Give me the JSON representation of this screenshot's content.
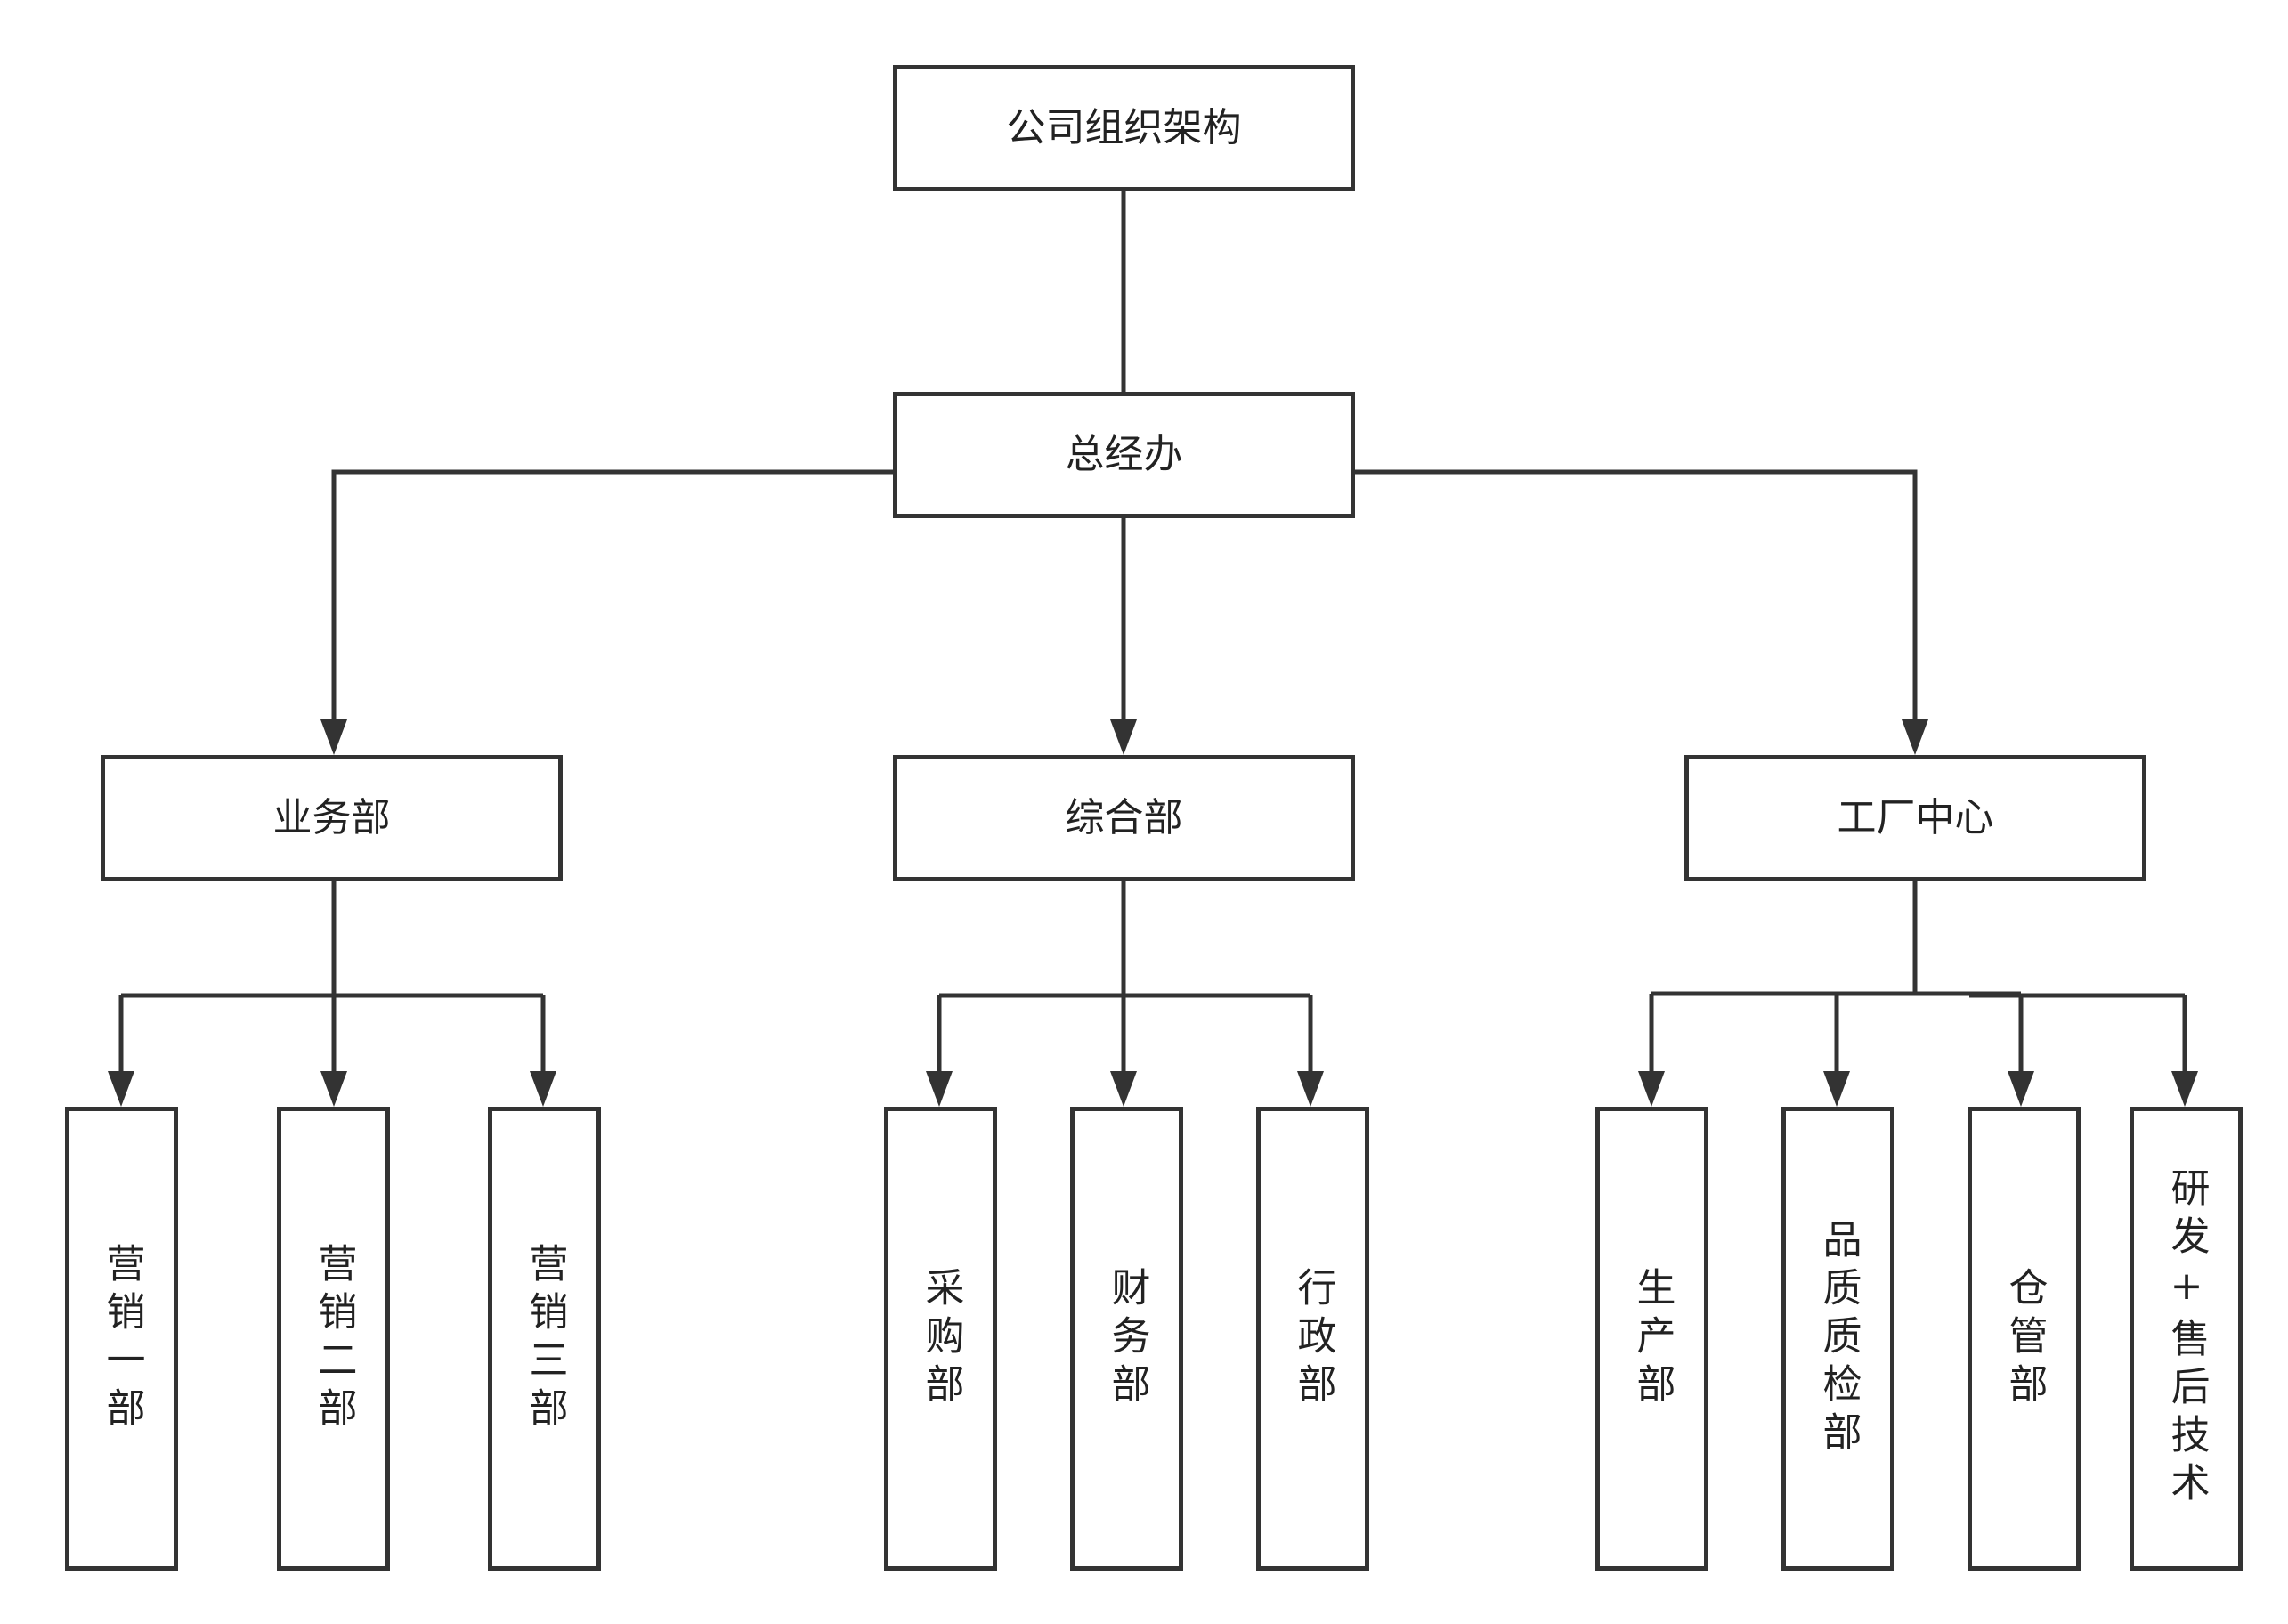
{
  "diagram": {
    "root": "公司组织架构",
    "office": "总经办",
    "divisions": [
      {
        "label": "业务部",
        "children": [
          "营销一部",
          "营销二部",
          "营销三部"
        ]
      },
      {
        "label": "综合部",
        "children": [
          "采购部",
          "财务部",
          "行政部"
        ]
      },
      {
        "label": "工厂中心",
        "children": [
          "生产部",
          "品质质检部",
          "仓管部",
          "研发+售后技术"
        ]
      }
    ]
  }
}
